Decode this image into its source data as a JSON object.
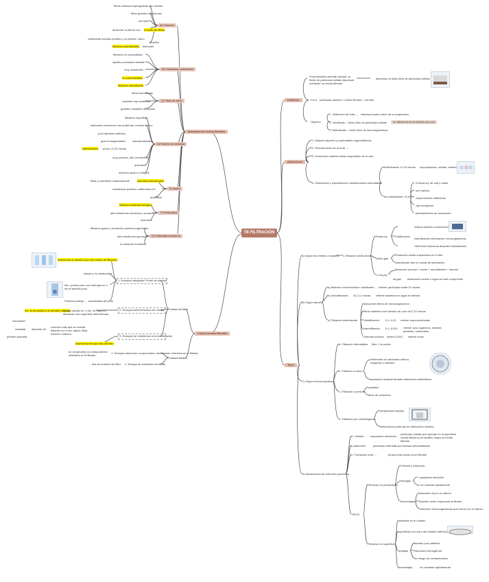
{
  "center": "T8 FILTRACIÓN",
  "left": {
    "materiales": {
      "label": "Materiales de medios filtrantes",
      "a_title": "A) Celulosa",
      "a": [
        "fibras celulosa impregnadas con resinas",
        "filtrar grandes volúmenes",
        "ad interé",
        "desechar al primer uso",
        "a todas las filtras",
        "clarificante líquidos polares y no polares",
        "vacío",
        "amplios",
        "filtración esterilizantes",
        "blancado"
      ],
      "b_title": "B) Poliamidas, poliésteres",
      "b": [
        "filtración en profundidad",
        "rapidez porosidad variable",
        "muy resistentes",
        "no carbonizables",
        "filtración esterilizante"
      ],
      "c_title": "C) Fibra de vidrio",
      "c": [
        "fibras borosilicato",
        "material muy resistente",
        "grandes caudales de líquido"
      ],
      "d_title": "D) Esteres de celulosa",
      "d": [
        "filtración superficie",
        "adecuado soluciones con proteínas, medios cultivo",
        "poro diámetro definido",
        "características",
        "gran homogeneidad",
        "esterilizantes",
        "poros <0,22 micras",
        "muy porosos, alto rendimiento",
        "autoclave",
        "mi/poros grosor y frágiles"
      ],
      "e_title": "E) Nailon",
      "e": [
        "filtrar y esterilizar rutinariamente",
        "industria farmacéutica",
        "resistencia química a diferentes pH",
        "autoclave"
      ],
      "f_title": "F) Polisulfona",
      "f": [
        "filtración material biológico",
        "alta resistencia mecánica y química",
        "autoclave"
      ],
      "g_title": "G) Politetrafluoroetileno",
      "g": [
        "filtración gases y productos químicos agresivos",
        "alta resistencia química",
        "no absorbe humedad"
      ]
    },
    "control": {
      "label": "Control medios filtrantes",
      "calidad": "Calidad de filtro",
      "e1": "1. Ensayos integridad: Punto de burbuja",
      "e1_items": [
        "determinar el tamaño poro del medio de filtración",
        "simple y no destructivo",
        "Mín. presión aire con burbujas en a del el tamaño poro",
        "Primera burbuja → selectividad del poro"
      ],
      "e2": "2. Ensayos determinación del caudal",
      "e2_items": [
        "det. la porosidad y el tamaño de poro",
        "tiempo líquido en V det. de fluye un atravesar una superficie determinada"
      ],
      "e3": "3. Ensayos de resistencia a la esterilización",
      "e3_items": [
        "determinar tiempo vida útil filtro"
      ],
      "left_items": [
        "viscosidad",
        "cantidad",
        "presión aplicada",
        "depende de",
        "volumen más que se manda filtrante con a vez rápido filtrar fracción rotatoria"
      ],
      "calfilt": "Calidad filtrado",
      "cf_items": [
        "1. Ensayos adsorción componentes: formulación retenidos en el filtrado",
        "se comprueba los componentes retenidos en el filtrado",
        "2. Ensayo de extraíbles mediante",
        "test de emisión del filtro"
      ]
    }
  },
  "right": {
    "definicion": {
      "label": "Definición",
      "items": [
        "Procedimiento permite separar un fluido de partículas sólidas dispersas mediante un medio filtrante",
        "atraviesa un fluido libre de partículas sólidas",
        "Tml a",
        "partículas tamaño > medio filtrante = cernido",
        "Objetivo",
        "1. Obtención de torta ↔",
        "interesa líquido sólido de la suspensión",
        "2. Clarificado ↔",
        "fluido libre de partículas sólidas",
        "su diferencia es el tamaño de poro",
        "3. Esterilizado ↔",
        "fluido libre de microorganismos"
      ]
    },
    "aplicaciones": {
      "label": "Aplicaciones",
      "items": [
        "1. Mejorar aspecto y propiedades organolépticas",
        "2. Recuperación de la torta ↔",
        "3. Extracción material sólido suspendido en el aire",
        "4. Eliminación y esterilización medicamentos termolábiles",
        "Esterilizante <0,22 micras",
        "mycoplasmas, células, bacterias, virus...",
        "No esterilizante >0,45",
        "Formas liq. de oral y nasal",
        "son tópicos",
        "suspensiones oftálmicas",
        "vial ventilación",
        "pretratamiento de soluciones"
      ]
    },
    "tipos": {
      "label": "Tipos",
      "a_title": "A) según los medios a separar",
      "a": [
        "1. filtración sólido-fluido",
        "Sólido-liq",
        "Clarificación",
        "mejora aspecto a soluciones",
        "esterilización eliminación microorganismos",
        "Obtención fármacos después cristalización",
        "sólido-gas",
        "Extracción sólido suspendido en el aire",
        "esterilizante aire en zonas de fabricación",
        "1.3 liq-liq",
        "disolución acuosa + aceite + aromatizante + alcohol",
        "liq-gas",
        "eliminación aceite o agua del aire comprimido"
      ],
      "b_title": "B) Según tamaño",
      "b": [
        "a) filtración convencional o clarificante",
        "retener partículas hasta 10 micras",
        "b) microfiltración",
        "10–0,1 micras",
        "retiene bacterias en agua de bebida",
        "c) Filtración esterilizante",
        "soluciones libres de microorganismos",
        "filtros estériles com tamaño de poro de 0,22 micras",
        "Ultrafiltración",
        "0,1–0,01",
        "retener macromoléculas",
        "Nanofiltración",
        "0,1–0,001",
        "retener azul orgánicos, metales pesados, carbonatos",
        "Osmosis inversa",
        "hasta 0,0001",
        "retiene iones"
      ],
      "c_title": "C) Según fuerza impulsora",
      "c": [
        "a. Filtración hidrostática",
        "filtro + la acción",
        "b. Filtración a vacío",
        "Obtención de carbonato cálcico, magnesio y almidón",
        "separación residual durante fabricación antibióticos",
        "c. Filtración a presión",
        "metafiltro",
        "filtros de cartuchos",
        "d. Filtración por centrifugación",
        "preparación septica",
        "eliminación proteínas en fabricación insulina"
      ],
      "d_title": "D) Mecanismos de retención partículas",
      "d": [
        "a. Cribado",
        "separación mecánica",
        "partículas sólidas que quedan en la superficie media filtrant a por tamaño mayor al medio filtrante",
        "b.Adsorción",
        "partículas retenidas por fuerzas electrostáticas",
        "c. Formación torta ↔",
        "propia torta actúa como filtrante",
        "TIPOS",
        "Filtración en profundidad",
        "Cribado y adsorción",
        "ventajas",
        "+ capacidad retención",
        "no se colmata rápidamente",
        "desventajas",
        "absorben liq en su interior",
        "pueden ceder impurezas al filtrado",
        "retención microorganismos que crecen en el interior",
        "Filtración en superficie",
        "retenidas en el cribado",
        "superficies con poro del tamaño definido",
        "ventajas",
        "tamaño poro definido",
        "estructura homogénea",
        "no riesgo de contaminación",
        "desventajas",
        "se colmatan rápidamente"
      ]
    }
  },
  "colors": {
    "center": "#b57a67",
    "branch": "#e6bcad",
    "category": "#e9c5b9",
    "highlight": "#fff200",
    "line": "#3b3b3b"
  }
}
